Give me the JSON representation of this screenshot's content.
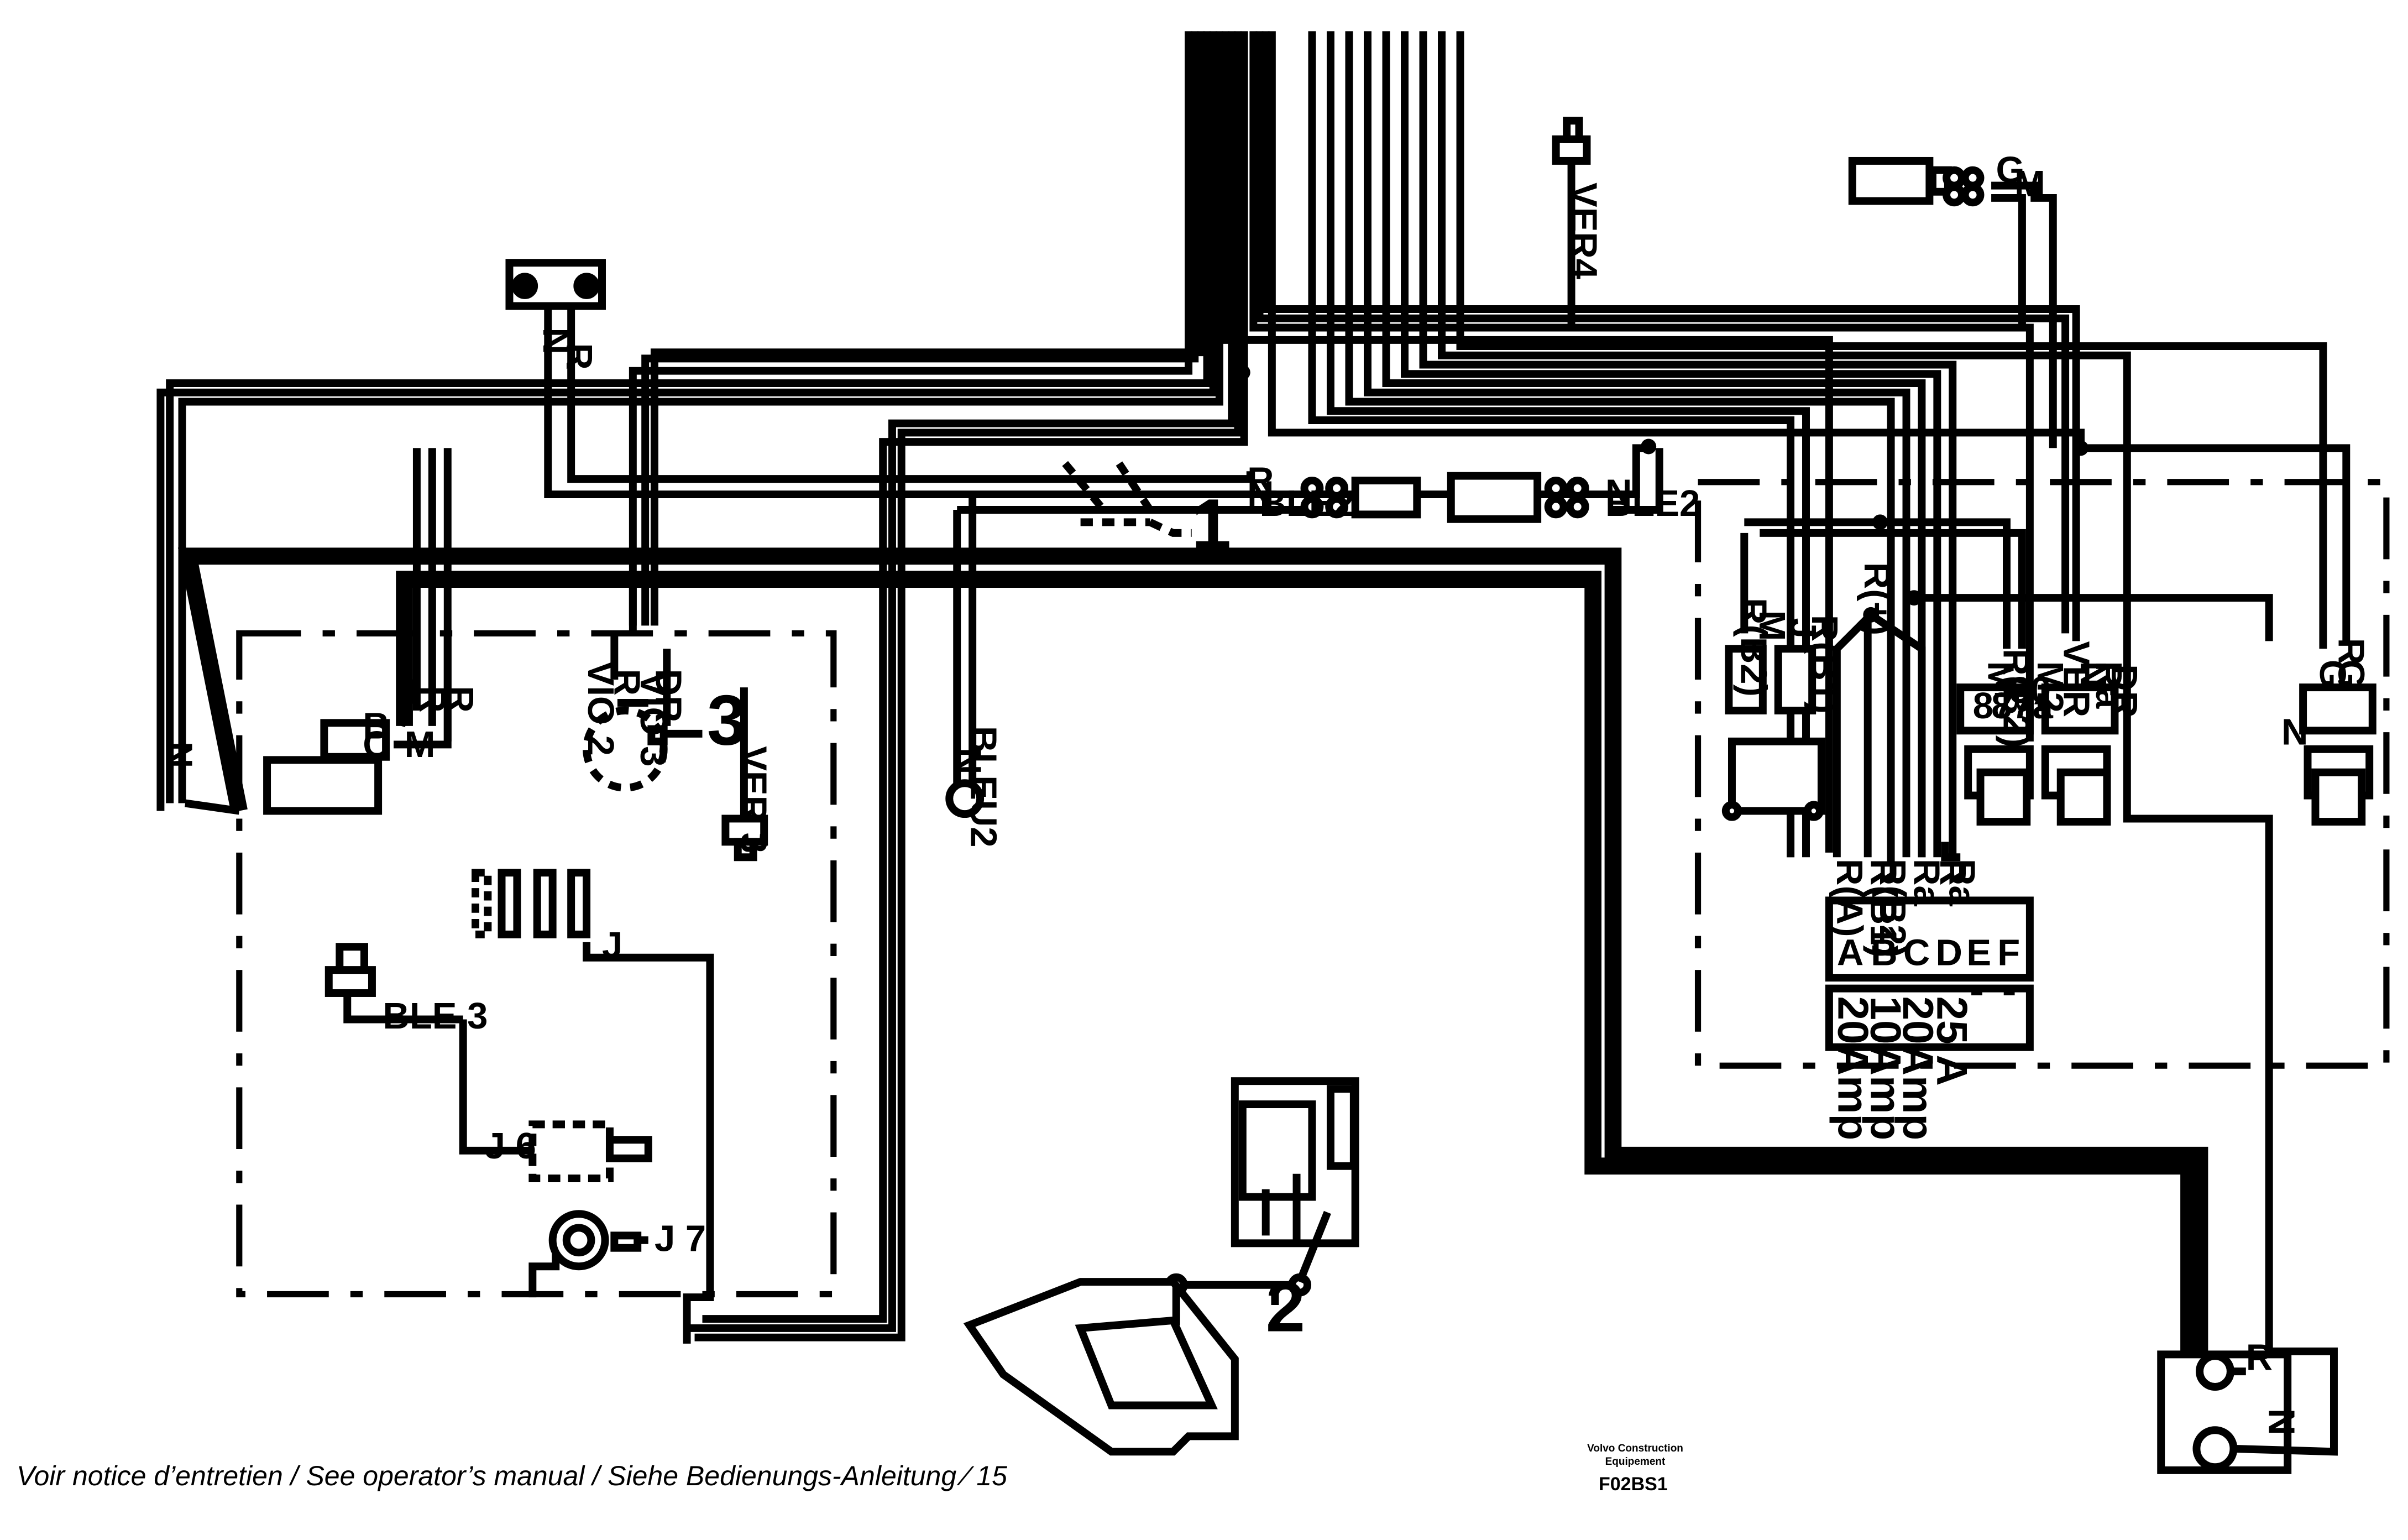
{
  "footer": {
    "note": "Voir notice d’entretien / See operator’s manual / Siehe Bedienungs-Anleitung ∕ 15",
    "brand_line1": "Volvo Construction",
    "brand_line2": "Equipement",
    "reference": "F02BS1"
  },
  "callouts": {
    "c1": "1",
    "c2": "2",
    "c3": "3"
  },
  "wire_labels": {
    "ver4": "VER4",
    "lamp_n": "N",
    "lamp_r": "R",
    "g": "G",
    "m": "M",
    "conn1_r": "R",
    "conn1_n": "N",
    "conn1_ble2": "BLE2",
    "conn2_n": "N",
    "conn2_ble2": "BLE2",
    "r_plus": "R(+)",
    "bleu2": "BLEU2",
    "bleu2_n": "N",
    "vio2": "VIO 2",
    "r_a": "R",
    "vio3": "VIO 3",
    "dr": "DR",
    "ver3": "VER 3",
    "r_b": "R",
    "r_c": "R",
    "b": "B",
    "c": "C",
    "m2": "M",
    "n_left": "N",
    "j": "J",
    "ble3": "BLE 3",
    "j6": "J 6",
    "j7": "J 7",
    "r_b2": "R(B2)",
    "m3": "M",
    "j2": "J",
    "r_b1": "R(B1)",
    "r_a_fuse": "R(A)",
    "r_b1_fuse": "R(B1)",
    "r_b2_fuse": "R(B2)",
    "ra": "Ra",
    "ra2": "Ra",
    "r2": "R",
    "rel1_m": "M",
    "rel1_rb2": "R(B2)",
    "m2b": "M2",
    "rel2_ver": "VER",
    "rel2_n": "N",
    "rel2_ra": "Ra",
    "rel2_dr": "DR",
    "rel3_r": "R",
    "rel3_g": "G",
    "rel3_g2": "G",
    "rel3_n": "N",
    "batt_r": "R",
    "batt_n": "N",
    "relay_87": "87",
    "relay_87a": "87a",
    "relay_30": "30"
  },
  "fuses": {
    "letters": [
      "A",
      "B",
      "C",
      "D",
      "E",
      "F"
    ],
    "ratings": [
      "20Amp",
      "10Amp",
      "20Amp",
      "25 A",
      "-",
      "-"
    ]
  }
}
